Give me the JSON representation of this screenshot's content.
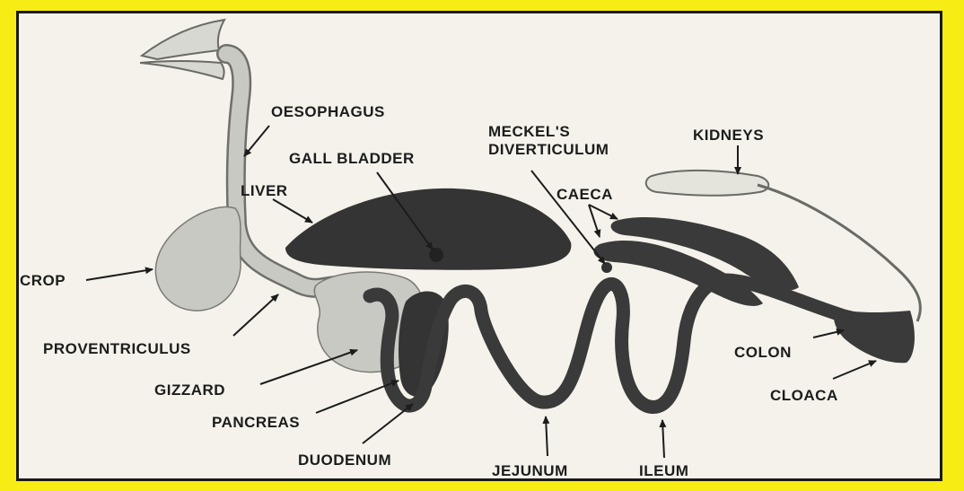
{
  "labels": {
    "oesophagus": "OESOPHAGUS",
    "gall_bladder": "GALL BLADDER",
    "meckels_1": "MECKEL'S",
    "meckels_2": "DIVERTICULUM",
    "kidneys": "KIDNEYS",
    "liver": "LIVER",
    "caeca": "CAECA",
    "crop": "CROP",
    "proventriculus": "PROVENTRICULUS",
    "colon": "COLON",
    "gizzard": "GIZZARD",
    "cloaca": "CLOACA",
    "pancreas": "PANCREAS",
    "duodenum": "DUODENUM",
    "jejunum": "JEJUNUM",
    "ileum": "ILEUM"
  },
  "colors": {
    "background": "#f7ec14",
    "panel": "#f4f2ea",
    "dark_organ": "#343434",
    "light_organ": "#c9c9c3"
  }
}
